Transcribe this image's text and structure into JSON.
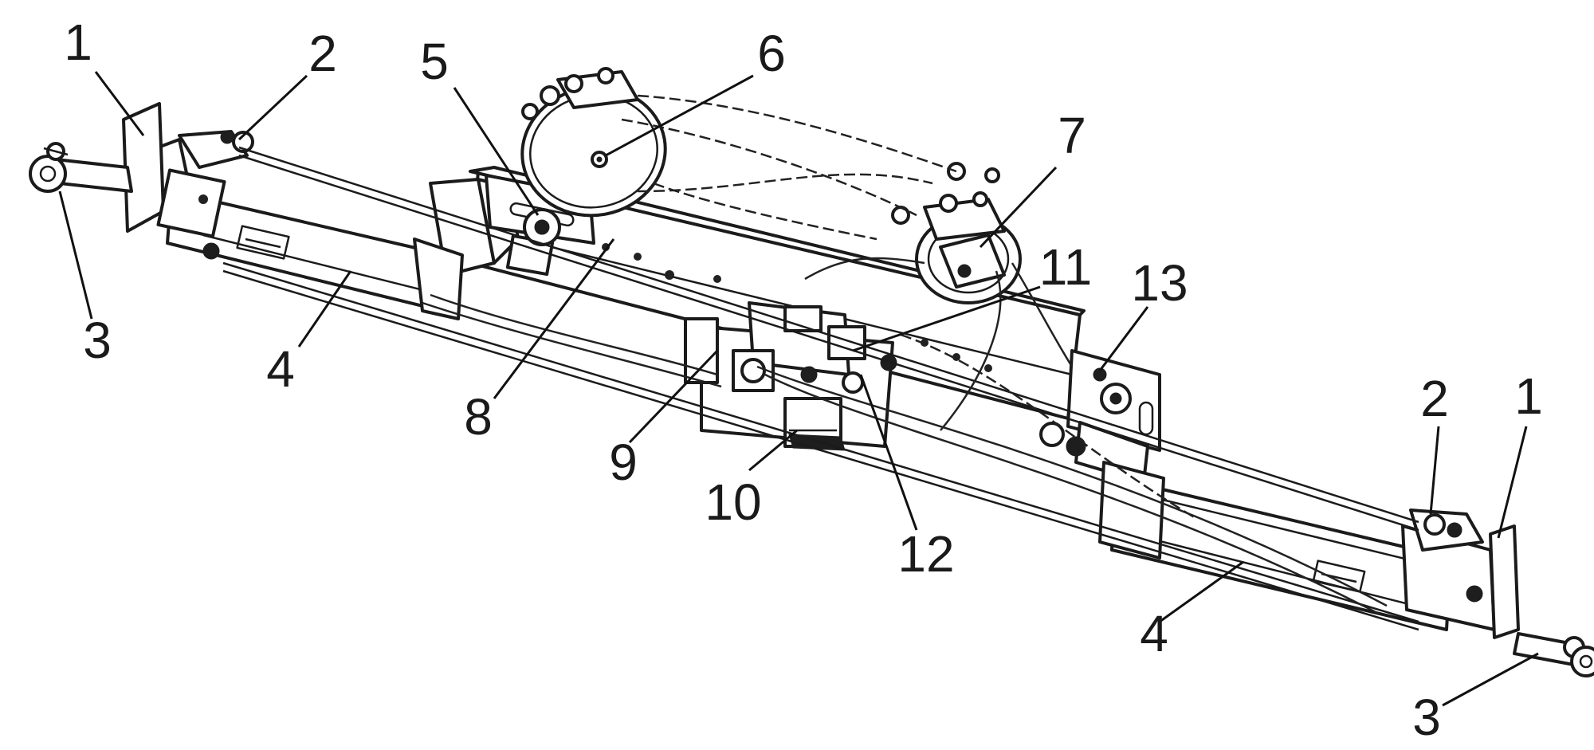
{
  "callouts": {
    "c1_left": "1",
    "c2_left": "2",
    "c3_left": "3",
    "c4_left": "4",
    "c5": "5",
    "c6": "6",
    "c7": "7",
    "c8": "8",
    "c9": "9",
    "c10": "10",
    "c11": "11",
    "c12": "12",
    "c13": "13",
    "c2_right": "2",
    "c1_right": "1",
    "c4_right": "4",
    "c3_right": "3"
  }
}
